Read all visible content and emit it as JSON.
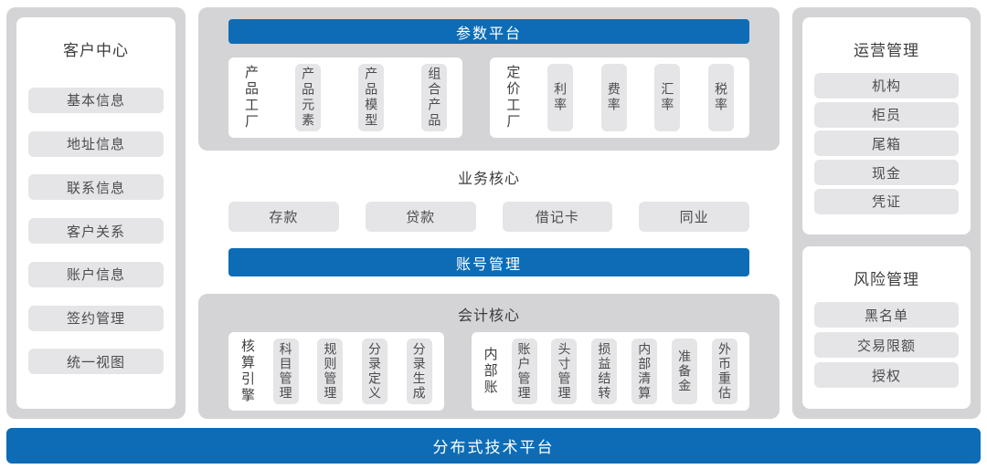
{
  "colors": {
    "accent_blue": "#0d6cb5",
    "panel_gray": "#d4d4d6",
    "chip_gray": "#e5e5e7",
    "card_white": "#ffffff",
    "text_dark": "#3d3d3f"
  },
  "customer_center": {
    "title": "客户中心",
    "items": [
      "基本信息",
      "地址信息",
      "联系信息",
      "客户关系",
      "账户信息",
      "签约管理",
      "统一视图"
    ]
  },
  "parameter_platform": {
    "title": "参数平台",
    "product_factory": {
      "label": "产品工厂",
      "items": [
        "产品元素",
        "产品模型",
        "组合产品"
      ]
    },
    "pricing_factory": {
      "label": "定价工厂",
      "items": [
        "利率",
        "费率",
        "汇率",
        "税率"
      ]
    }
  },
  "business_core": {
    "title": "业务核心",
    "items": [
      "存款",
      "贷款",
      "借记卡",
      "同业"
    ]
  },
  "account_management": {
    "title": "账号管理"
  },
  "accounting_core": {
    "title": "会计核心",
    "accounting_engine": {
      "label": "核算引擎",
      "items": [
        "科目管理",
        "规则管理",
        "分录定义",
        "分录生成"
      ]
    },
    "internal_ledger": {
      "label": "内部账",
      "items": [
        "账户管理",
        "头寸管理",
        "损益结转",
        "内部清算",
        "准备金",
        "外币重估"
      ]
    }
  },
  "operations_management": {
    "title": "运营管理",
    "items": [
      "机构",
      "柜员",
      "尾箱",
      "现金",
      "凭证"
    ]
  },
  "risk_management": {
    "title": "风险管理",
    "items": [
      "黑名单",
      "交易限额",
      "授权"
    ]
  },
  "technology_platform": {
    "title": "分布式技术平台"
  }
}
